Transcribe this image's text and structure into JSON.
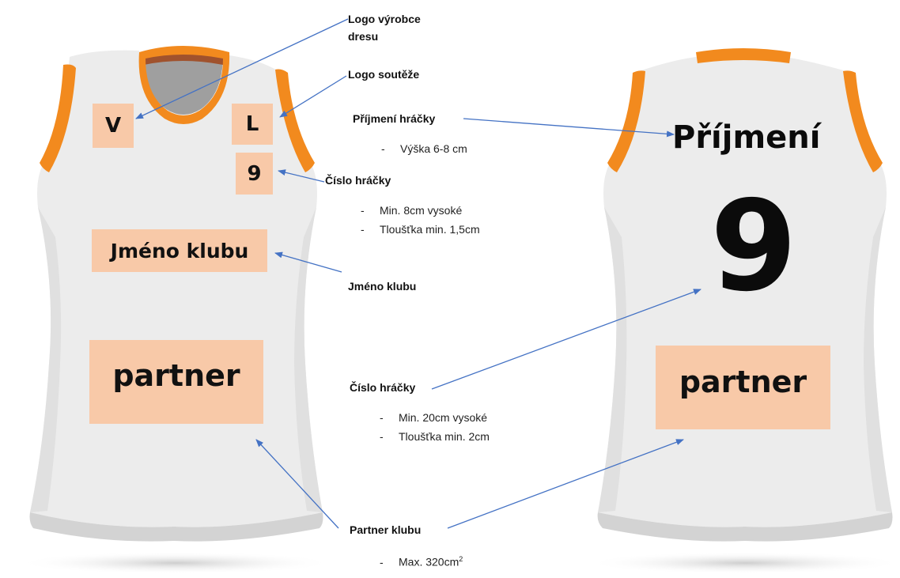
{
  "front": {
    "logo_maker_box": "V",
    "logo_competition_box": "L",
    "number_box": "9",
    "club_name_box": "Jméno klubu",
    "partner_box": "partner"
  },
  "back": {
    "surname": "Příjmení",
    "number": "9",
    "partner_box": "partner"
  },
  "annotations": {
    "logo_maker_line1": "Logo výrobce",
    "logo_maker_line2": "dresu",
    "logo_competition": "Logo soutěže",
    "surname_label": "Příjmení hráčky",
    "surname_bullets": [
      "Výška 6-8 cm"
    ],
    "front_number_label": "Číslo hráčky",
    "front_number_bullets": [
      "Min. 8cm vysoké",
      "Tloušťka min. 1,5cm"
    ],
    "club_name_label": "Jméno klubu",
    "back_number_label": "Číslo hráčky",
    "back_number_bullets": [
      "Min. 20cm vysoké",
      "Tloušťka min. 2cm"
    ],
    "partner_label": "Partner klubu",
    "partner_bullet_text": "Max. 320cm",
    "partner_bullet_sup": "2",
    "bullet_dash": "-"
  },
  "colors": {
    "jersey_body": "#ececec",
    "jersey_shadow": "#d9d9d9",
    "trim": "#f28a1e",
    "box_fill": "#f8c9a8",
    "arrow": "#4472c4"
  }
}
